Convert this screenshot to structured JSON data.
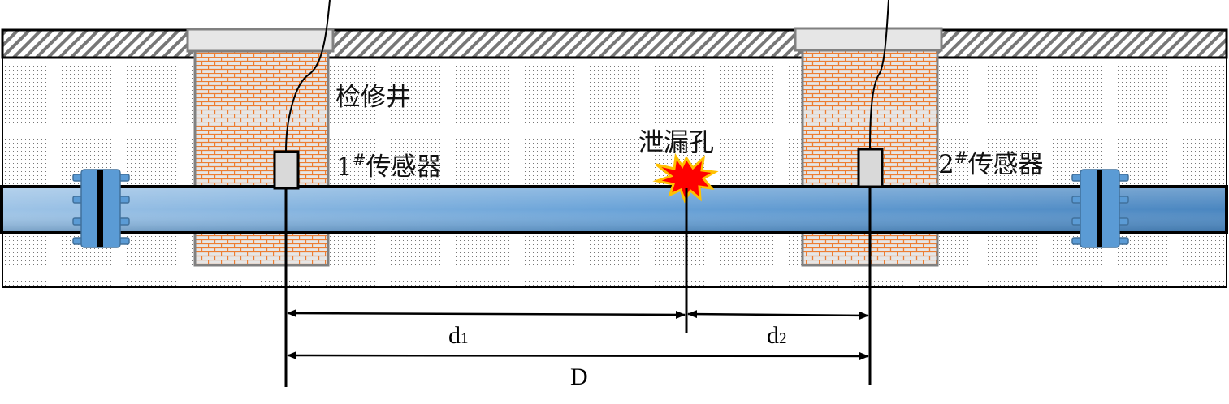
{
  "labels": {
    "manhole": "检修井",
    "sensor1_num": "1",
    "sensor1_text": "传感器",
    "sensor2_num": "2",
    "sensor2_text": "传感器",
    "hash": "#",
    "leak": "泄漏孔",
    "d1": "d",
    "d1_sub": "1",
    "d2": "d",
    "d2_sub": "2",
    "D": "D"
  },
  "colors": {
    "pipe_light": "#9cc3e6",
    "pipe_dark": "#3a76ae",
    "brick_mortar": "#ed7d31",
    "brick_fill": "#e6e6e6",
    "flange": "#5b9bd5",
    "leak_red": "#ff0000",
    "leak_yellow": "#ffc000"
  }
}
